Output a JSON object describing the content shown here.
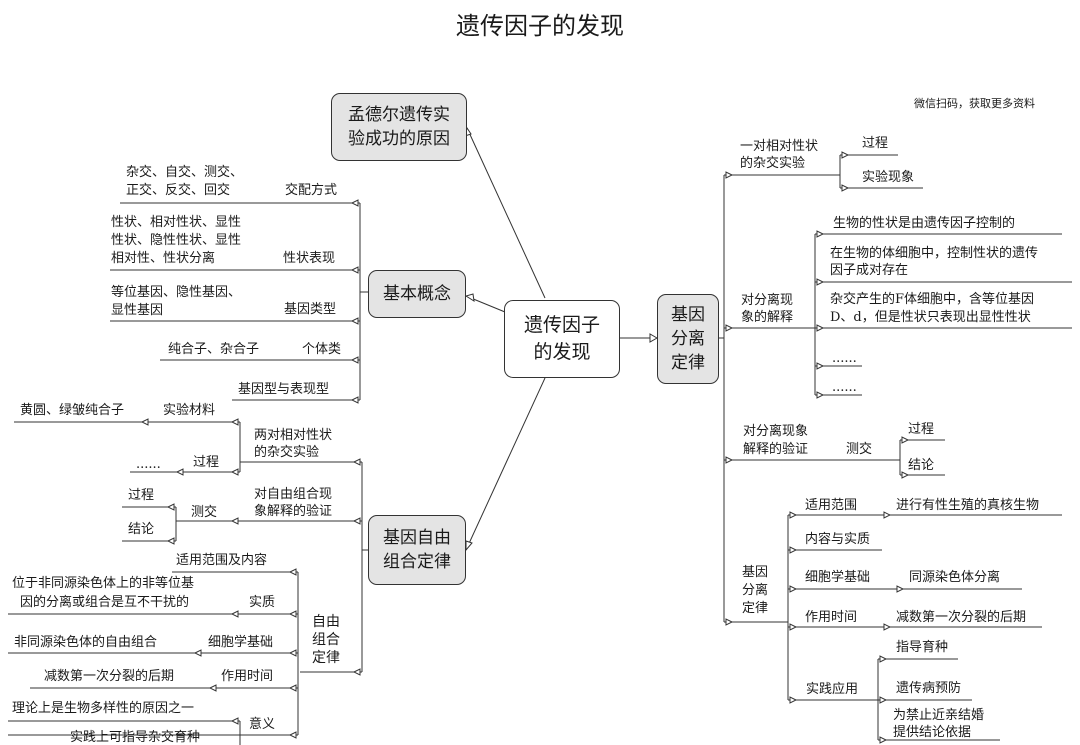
{
  "title": "遗传因子的发现",
  "watermark": "微信扫码，获取更多资料",
  "center": "遗传因子\n的发现",
  "left": {
    "reason": "孟德尔遗传实\n验成功的原因",
    "basic": {
      "label": "基本概念",
      "mating": {
        "label": "交配方式",
        "detail": [
          "杂交、自交、测交、",
          "正交、反交、回交"
        ]
      },
      "trait": {
        "label": "性状表现",
        "detail": [
          "性状、相对性状、显性",
          "性状、隐性性状、显性",
          "相对性、性状分离"
        ]
      },
      "gene_type": {
        "label": "基因类型",
        "detail": [
          "等位基因、隐性基因、",
          "显性基因"
        ]
      },
      "individual": {
        "label": "个体类",
        "detail": "纯合子、杂合子"
      },
      "relation": "基因型与表现型"
    },
    "free": {
      "label": "基因自由\n组合定律",
      "two_traits": {
        "label": [
          "两对相对性状",
          "的杂交实验"
        ],
        "material": {
          "label": "实验材料",
          "detail": "黄圆、绿皱纯合子"
        },
        "process": {
          "label": "过程",
          "detail": "......"
        }
      },
      "verify": {
        "label": [
          "对自由组合现",
          "象解释的验证"
        ],
        "test_cross": "测交",
        "items": [
          "过程",
          "结论"
        ]
      },
      "law": {
        "label": [
          "自由",
          "组合",
          "定律"
        ],
        "scope": "适用范围及内容",
        "essence": {
          "label": "实质",
          "detail": [
            "位于非同源染色体上的非等位基",
            "因的分离或组合是互不干扰的"
          ]
        },
        "cell_basis": {
          "label": "细胞学基础",
          "detail": "非同源染色体的自由组合"
        },
        "timing": {
          "label": "作用时间",
          "detail": "减数第一次分裂的后期"
        },
        "meaning": {
          "label": "意义",
          "detail": [
            "理论上是生物多样性的原因之一",
            "实践上可指导杂交育种"
          ]
        }
      }
    }
  },
  "right": {
    "label": "基因\n分离\n定律",
    "experiment": {
      "label": [
        "一对相对性状",
        "的杂交实验"
      ],
      "items": [
        "过程",
        "实验现象"
      ]
    },
    "explain": {
      "label": [
        "对分离现",
        "象的解释"
      ],
      "items": [
        [
          "生物的性状是由遗传因子控制的"
        ],
        [
          "在生物的体细胞中，控制性状的遗传",
          "因子成对存在"
        ],
        [
          "杂交产生的F体细胞中，含等位基因",
          "D、d，但是性状只表现出显性性状"
        ],
        [
          "......"
        ],
        [
          "......"
        ]
      ]
    },
    "verify": {
      "label": [
        "对分离现象",
        "解释的验证"
      ],
      "test_cross": "测交",
      "items": [
        "过程",
        "结论"
      ]
    },
    "law": {
      "label": [
        "基因",
        "分离",
        "定律"
      ],
      "scope": {
        "label": "适用范围",
        "detail": "进行有性生殖的真核生物"
      },
      "content": "内容与实质",
      "cell_basis": {
        "label": "细胞学基础",
        "detail": "同源染色体分离"
      },
      "timing": {
        "label": "作用时间",
        "detail": "减数第一次分裂的后期"
      },
      "practice": {
        "label": "实践应用",
        "items": [
          [
            "指导育种"
          ],
          [
            "遗传病预防"
          ],
          [
            "为禁止近亲结婚",
            "提供结论依据"
          ]
        ]
      }
    }
  }
}
